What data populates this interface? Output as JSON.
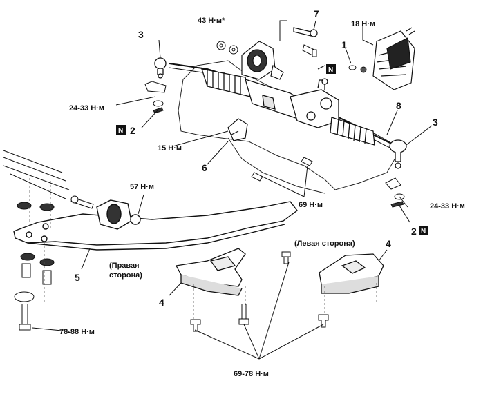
{
  "callouts": {
    "c1": "1",
    "c2a": "2",
    "c2b": "2",
    "c3a": "3",
    "c3b": "3",
    "c4a": "4",
    "c4b": "4",
    "c5": "5",
    "c6": "6",
    "c7": "7",
    "c8": "8"
  },
  "torques": {
    "t43": "43 Н·м*",
    "t18": "18 Н·м",
    "t24a": "24-33 Н·м",
    "t24b": "24-33 Н·м",
    "t15": "15 Н·м",
    "t57": "57 Н·м",
    "t69": "69 Н·м",
    "t78": "78-88 Н·м",
    "t6978": "69-78 Н·м"
  },
  "sides": {
    "left": "(Левая сторона)",
    "right": "(Правая\nсторона)"
  },
  "n_marker": "N",
  "colors": {
    "line": "#111111",
    "fill": "#ffffff",
    "shade": "#d8d8d8",
    "dark": "#222222"
  }
}
